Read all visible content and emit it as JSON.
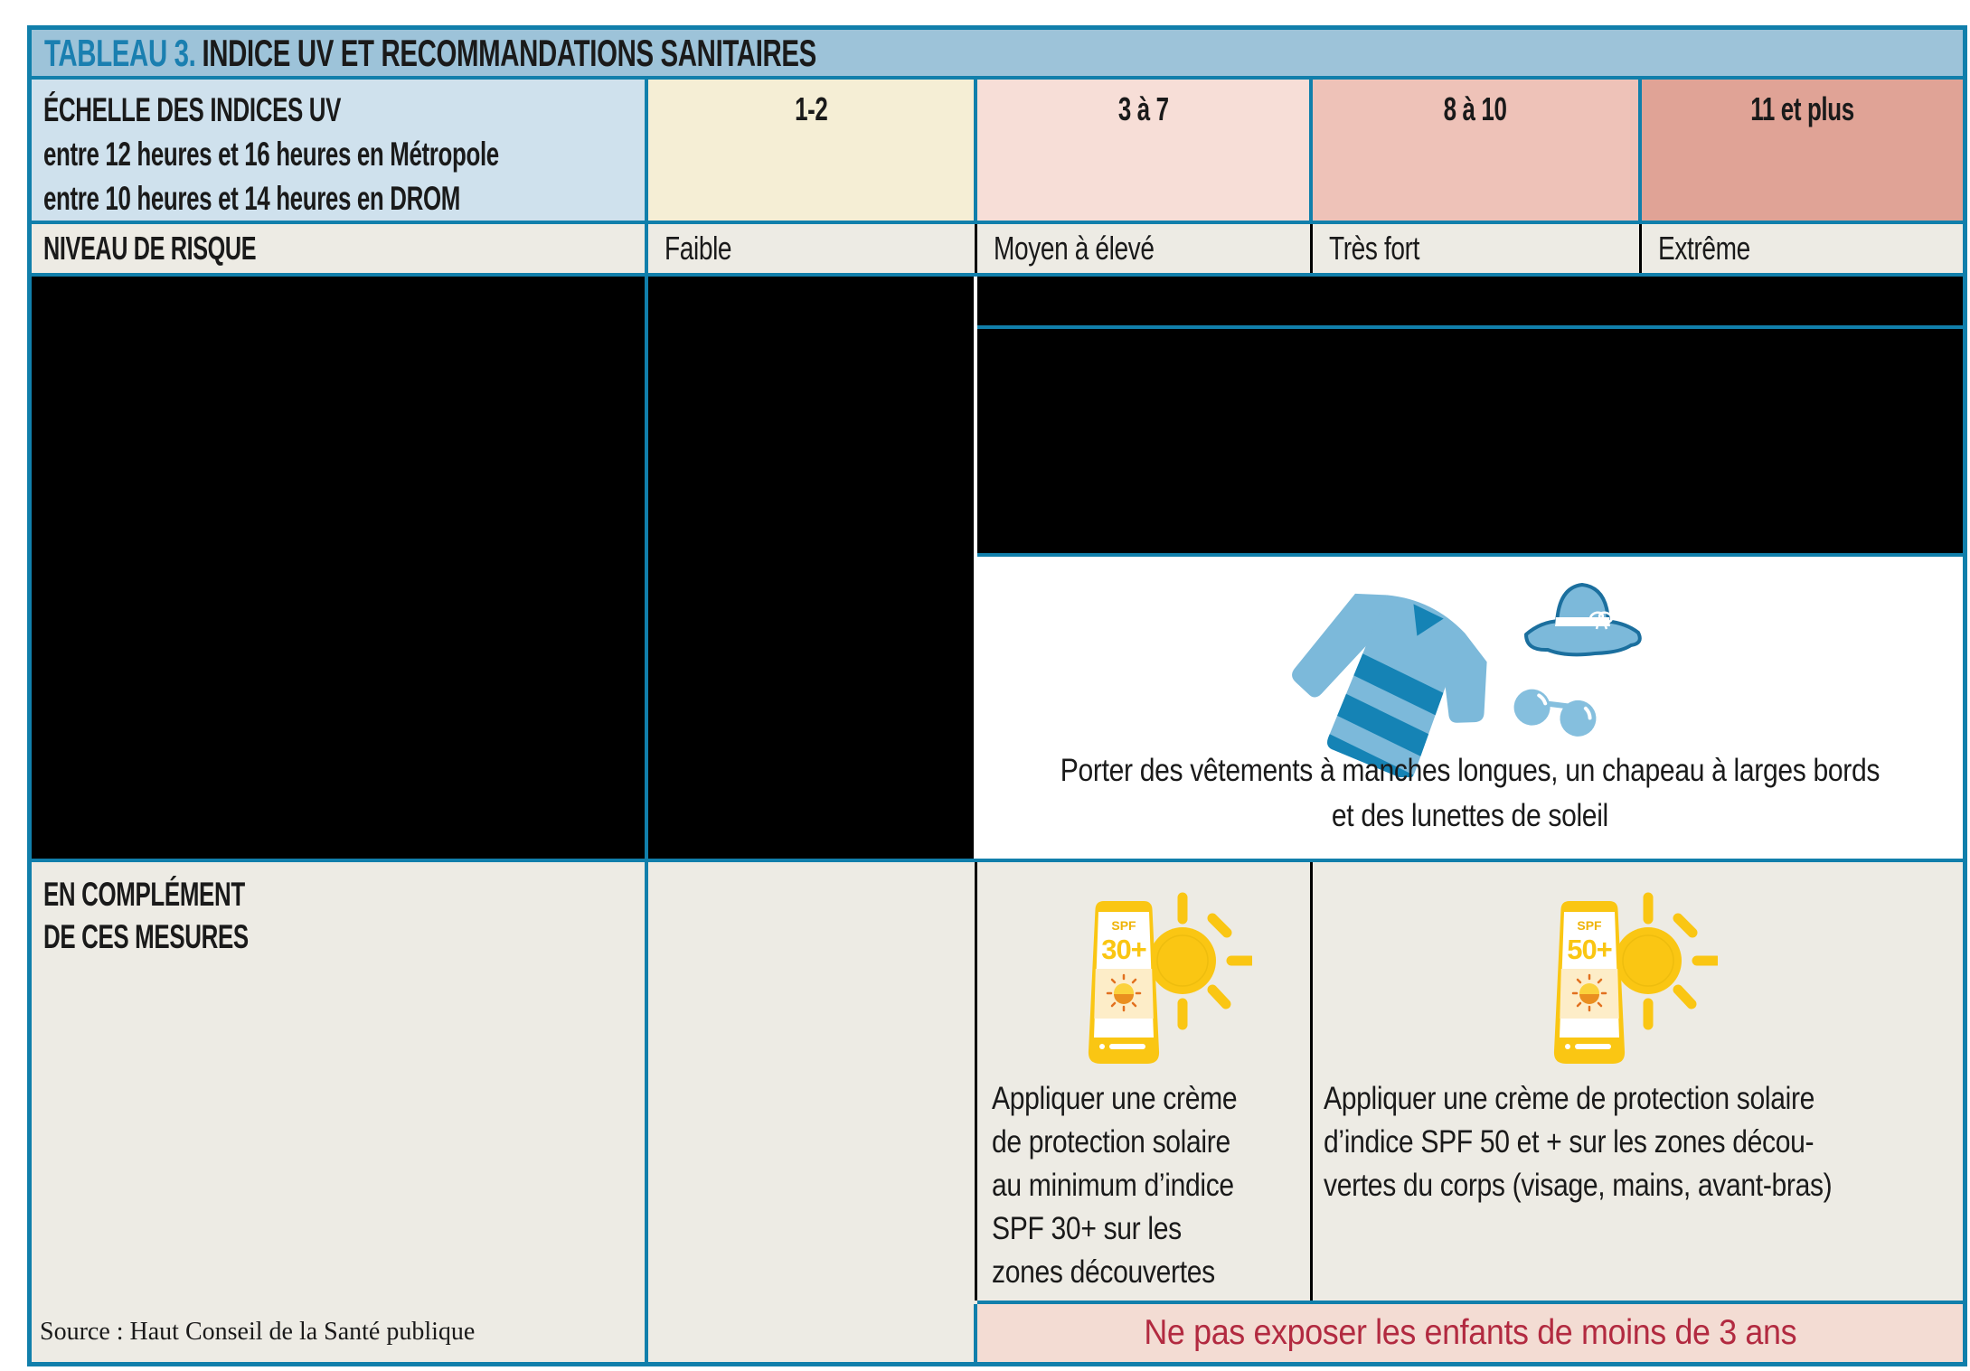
{
  "title": {
    "prefix": "TABLEAU 3.",
    "text": "INDICE UV ET RECOMMANDATIONS SANITAIRES"
  },
  "scale_header": {
    "line1": "ÉCHELLE DES INDICES UV",
    "line2": "entre 12 heures et 16 heures en Métropole",
    "line3": "entre 10 heures et 14 heures en DROM"
  },
  "columns": [
    {
      "range": "1-2",
      "risk": "Faible"
    },
    {
      "range": "3 à 7",
      "risk": "Moyen à élevé"
    },
    {
      "range": "8 à 10",
      "risk": "Très fort"
    },
    {
      "range": "11 et plus",
      "risk": "Extrême"
    }
  ],
  "risk_header": "NIVEAU DE RISQUE",
  "clothing": {
    "line1": "Porter des vêtements à manches longues, un chapeau à larges bords",
    "line2": "et des lunettes de soleil"
  },
  "complement": {
    "line1": "EN COMPLÉMENT",
    "line2": "DE CES MESURES"
  },
  "spf30": {
    "label": "SPF",
    "value": "30+",
    "text_lines": [
      "Appliquer une crème",
      "de protection solaire",
      "au minimum d’indice",
      "SPF 30+ sur les",
      "zones découvertes"
    ]
  },
  "spf50": {
    "label": "SPF",
    "value": "50+",
    "text_lines": [
      "Appliquer une crème de protection solaire",
      "d’indice SPF 50 et + sur les zones décou-",
      "vertes du corps (visage, mains, avant-bras)"
    ]
  },
  "warning": "Ne pas exposer les enfants de moins de 3 ans",
  "source": "Source : Haut Conseil de la Santé publique",
  "colors": {
    "border_teal": "#117fab",
    "title_bg": "#9dc3d9",
    "title_accent": "#1a7fb0",
    "scale_label_bg": "#cfe1ed",
    "col_1_2_bg": "#f5eed5",
    "col_3_7_bg": "#f7ded7",
    "col_8_10_bg": "#eec2b8",
    "col_11_bg": "#e0a396",
    "row_bg": "#edebe4",
    "warning_bg": "#f3dcd3",
    "warning_text": "#b22a40",
    "redaction": "#000000",
    "icon_blue": "#7cb9da",
    "icon_blue_dark": "#1583b5",
    "icon_outline": "#1b6f9e",
    "icon_yellow": "#fac613",
    "icon_cream": "#fdedc8",
    "icon_orange": "#ea8f1f"
  }
}
